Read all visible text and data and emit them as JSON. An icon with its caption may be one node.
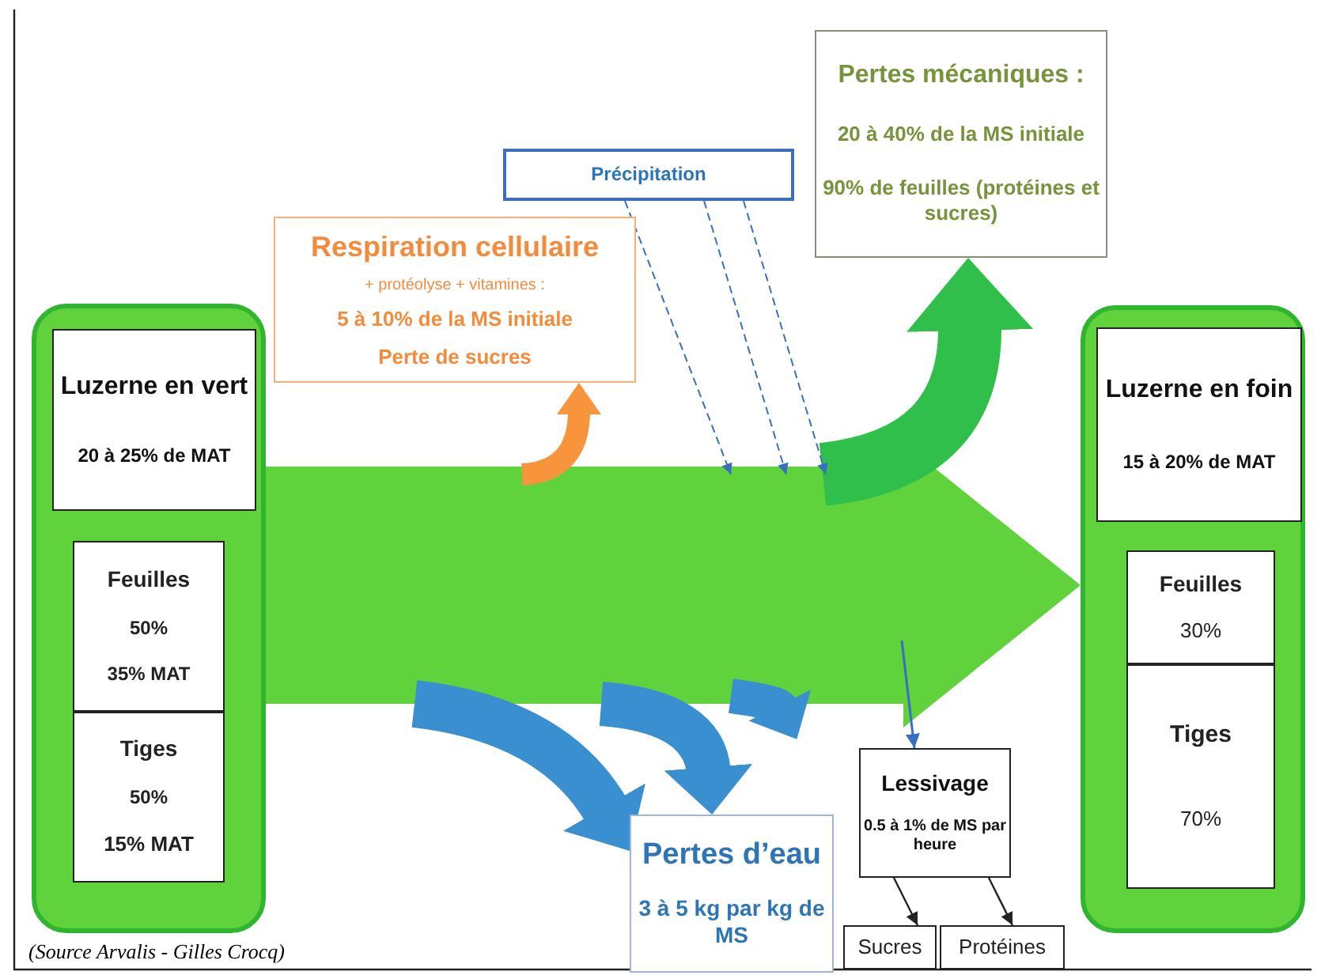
{
  "diagram": {
    "nodes": [
      {
        "text": [],
        "shape": "box"
      },
      {
        "text": [
          "Luzerne en vert",
          "20 à 25% de MAT"
        ],
        "in": 0
      },
      {
        "text": [
          "Feuilles",
          "50%",
          "35% MAT"
        ],
        "in": 0
      },
      {
        "text": [
          "Tiges",
          "50%",
          "15% MAT"
        ],
        "in": 0
      },
      {
        "text": [
          "Respiration cellulaire",
          "+ protéolyse + vitamines :",
          "5 à 10% de la MS initiale",
          "Perte de sucres"
        ]
      },
      {
        "text": [
          "Précipitation"
        ]
      },
      {
        "text": [
          "Pertes mécaniques :",
          "20 à 40% de la MS initiale",
          "90% de feuilles (protéines et sucres)"
        ]
      },
      {
        "text": [],
        "shape": "box"
      },
      {
        "text": [
          "Luzerne en foin",
          "15 à 20% de MAT"
        ],
        "in": 7
      },
      {
        "text": [
          "Feuilles",
          "30%"
        ],
        "in": 7
      },
      {
        "text": [
          "Tiges",
          "70%"
        ],
        "in": 7
      },
      {
        "text": [
          "Pertes d’eau",
          "3 à 5 kg par kg de MS"
        ]
      },
      {
        "text": [
          "Lessivage",
          "0.5 à 1% de MS par heure"
        ]
      },
      {
        "text": [
          "Sucres"
        ]
      },
      {
        "text": [
          "Protéines"
        ]
      }
    ],
    "edges": [
      {
        "from": 0,
        "to": 7,
        "arrow": "to",
        "style": "thick",
        "color": "#5fd23c"
      },
      {
        "from": null,
        "to": 6,
        "arrow": "to",
        "style": "thick",
        "color": "#2fbf4a"
      },
      {
        "from": null,
        "to": 4,
        "arrow": "to",
        "style": "thick",
        "color": "#f7943c"
      },
      {
        "from": null,
        "to": 11,
        "arrow": "to",
        "style": "thick",
        "color": "#3a8fd0"
      },
      {
        "from": null,
        "to": 11,
        "arrow": "to",
        "style": "thick",
        "color": "#3a8fd0"
      },
      {
        "from": 5,
        "to": null,
        "arrow": "to",
        "style": "dashed",
        "color": "#3a6fbf"
      },
      {
        "from": 5,
        "to": null,
        "arrow": "to",
        "style": "dashed",
        "color": "#3a6fbf"
      },
      {
        "from": 5,
        "to": null,
        "arrow": "to",
        "style": "dashed",
        "color": "#3a6fbf"
      },
      {
        "from": null,
        "to": 12,
        "arrow": "to",
        "color": "#3a6fbf"
      },
      {
        "from": 12,
        "to": 13,
        "arrow": "to",
        "color": "#222222"
      },
      {
        "from": 12,
        "to": 14,
        "arrow": "to",
        "color": "#222222"
      }
    ],
    "labels": [
      "(Source Arvalis - Gilles Crocq)"
    ]
  }
}
